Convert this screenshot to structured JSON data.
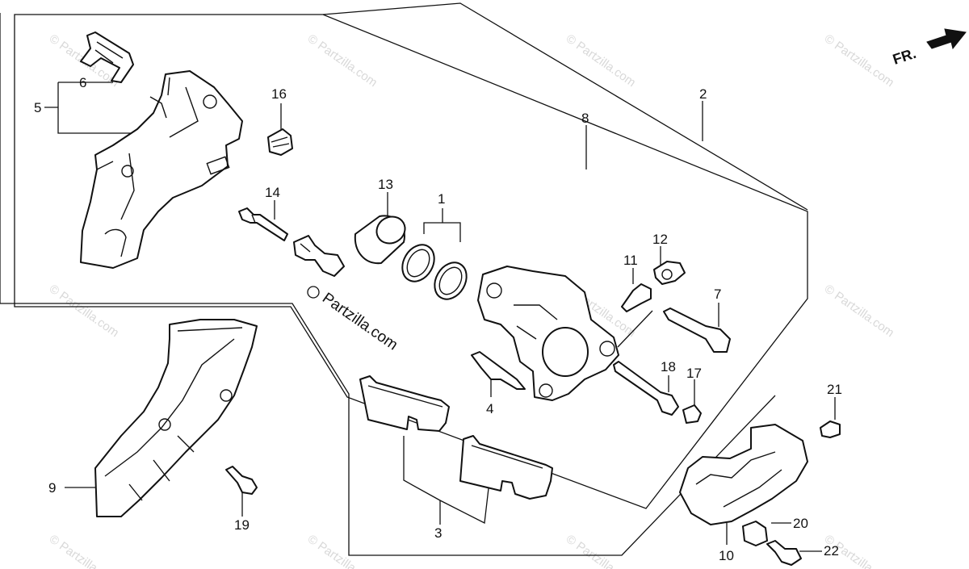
{
  "watermark": {
    "text": "© Partzilla.com",
    "logo_text": "Partzilla.com"
  },
  "direction_marker": {
    "label": "FR.",
    "icon": "arrow-right-icon"
  },
  "callouts": [
    {
      "id": "c1",
      "number": "1"
    },
    {
      "id": "c2",
      "number": "2"
    },
    {
      "id": "c3",
      "number": "3"
    },
    {
      "id": "c4",
      "number": "4"
    },
    {
      "id": "c5",
      "number": "5"
    },
    {
      "id": "c6",
      "number": "6"
    },
    {
      "id": "c7",
      "number": "7"
    },
    {
      "id": "c8",
      "number": "8"
    },
    {
      "id": "c9",
      "number": "9"
    },
    {
      "id": "c10",
      "number": "10"
    },
    {
      "id": "c11",
      "number": "11"
    },
    {
      "id": "c12",
      "number": "12"
    },
    {
      "id": "c13",
      "number": "13"
    },
    {
      "id": "c14",
      "number": "14"
    },
    {
      "id": "c16",
      "number": "16"
    },
    {
      "id": "c17",
      "number": "17"
    },
    {
      "id": "c18",
      "number": "18"
    },
    {
      "id": "c19",
      "number": "19"
    },
    {
      "id": "c20",
      "number": "20"
    },
    {
      "id": "c21",
      "number": "21"
    },
    {
      "id": "c22",
      "number": "22"
    }
  ]
}
